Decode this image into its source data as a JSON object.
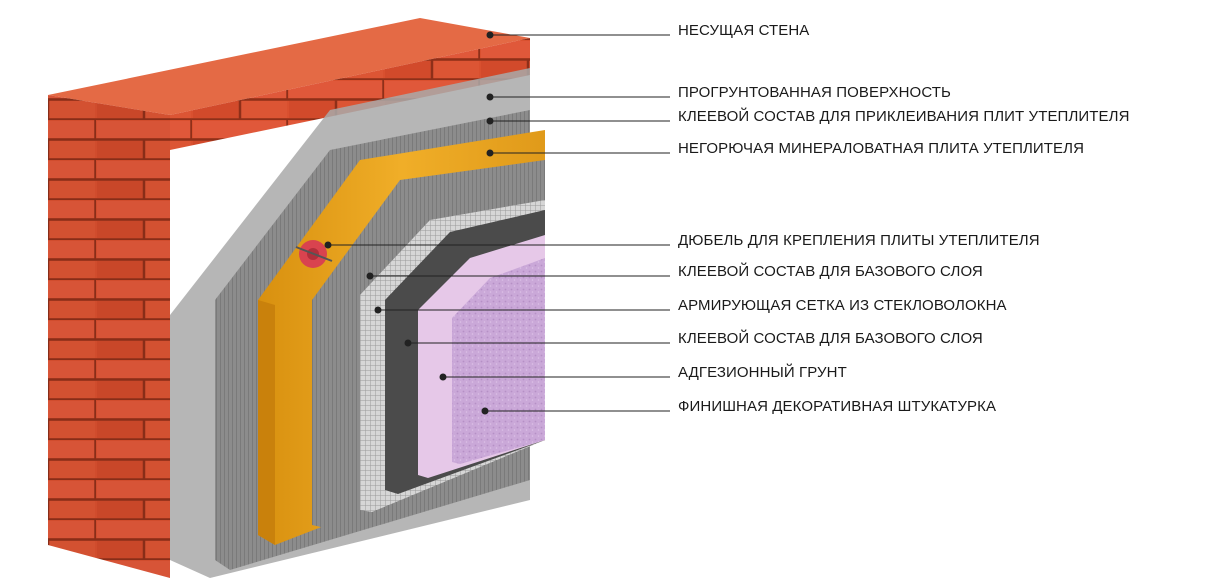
{
  "labels": [
    {
      "id": "bearing-wall",
      "text": "НЕСУЩАЯ СТЕНА"
    },
    {
      "id": "primed-surface",
      "text": "ПРОГРУНТОВАННАЯ ПОВЕРХНОСТЬ"
    },
    {
      "id": "adhesive-for-insulation",
      "text": "КЛЕЕВОЙ СОСТАВ ДЛЯ ПРИКЛЕИВАНИЯ ПЛИТ УТЕПЛИТЕЛЯ"
    },
    {
      "id": "mineral-wool-board",
      "text": "НЕГОРЮЧАЯ МИНЕРАЛОВАТНАЯ ПЛИТА УТЕПЛИТЕЛЯ"
    },
    {
      "id": "insulation-dowel",
      "text": "ДЮБЕЛЬ ДЛЯ КРЕПЛЕНИЯ ПЛИТЫ УТЕПЛИТЕЛЯ"
    },
    {
      "id": "base-layer-adhesive-1",
      "text": "КЛЕЕВОЙ СОСТАВ ДЛЯ БАЗОВОГО СЛОЯ"
    },
    {
      "id": "fiberglass-mesh",
      "text": "АРМИРУЮЩАЯ СЕТКА ИЗ СТЕКЛОВОЛОКНА"
    },
    {
      "id": "base-layer-adhesive-2",
      "text": "КЛЕЕВОЙ СОСТАВ ДЛЯ БАЗОВОГО СЛОЯ"
    },
    {
      "id": "adhesion-primer",
      "text": "АДГЕЗИОННЫЙ ГРУНТ"
    },
    {
      "id": "decorative-plaster",
      "text": "ФИНИШНАЯ ДЕКОРАТИВНАЯ ШТУКАТУРКА"
    }
  ],
  "colors": {
    "brick": "#d9502f",
    "brick_light": "#e8663f",
    "brick_dark": "#a8361d",
    "mortar": "#8e2f19",
    "primer": "#9a9a9a",
    "adhesive_gray": "#8a8a8a",
    "mineral_wool": "#e9a21c",
    "dowel": "#d9434f",
    "mesh": "#cfcfcf",
    "base_dark": "#4a4a4a",
    "adhesion_primer": "#e5c6e6",
    "plaster": "#c9a7d6",
    "leader_line": "#222222"
  }
}
